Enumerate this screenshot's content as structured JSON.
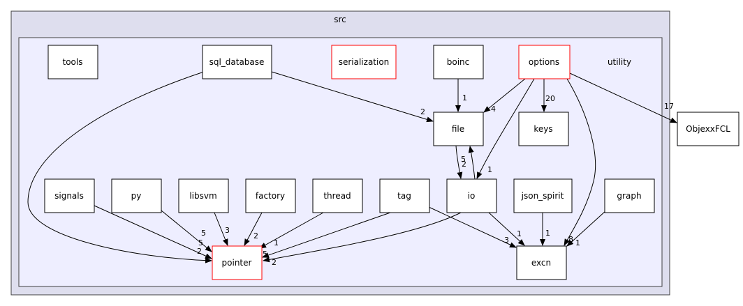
{
  "outer_cluster": {
    "label": "src",
    "fill": "#dedeee",
    "stroke": "#404040"
  },
  "inner_cluster": {
    "label": "utility",
    "fill": "#eeeeff",
    "stroke": "#404040"
  },
  "colors": {
    "node_stroke": "#000000",
    "highlight_stroke": "#ff0000",
    "edge": "#000000"
  },
  "nodes": {
    "tools": {
      "label": "tools",
      "highlight": false
    },
    "sql_database": {
      "label": "sql_database",
      "highlight": false
    },
    "serialization": {
      "label": "serialization",
      "highlight": true
    },
    "boinc": {
      "label": "boinc",
      "highlight": false
    },
    "options": {
      "label": "options",
      "highlight": true
    },
    "file": {
      "label": "file",
      "highlight": false
    },
    "keys": {
      "label": "keys",
      "highlight": false
    },
    "signals": {
      "label": "signals",
      "highlight": false
    },
    "py": {
      "label": "py",
      "highlight": false
    },
    "libsvm": {
      "label": "libsvm",
      "highlight": false
    },
    "factory": {
      "label": "factory",
      "highlight": false
    },
    "thread": {
      "label": "thread",
      "highlight": false
    },
    "tag": {
      "label": "tag",
      "highlight": false
    },
    "io": {
      "label": "io",
      "highlight": false
    },
    "json_spirit": {
      "label": "json_spirit",
      "highlight": false
    },
    "graph": {
      "label": "graph",
      "highlight": false
    },
    "pointer": {
      "label": "pointer",
      "highlight": true
    },
    "excn": {
      "label": "excn",
      "highlight": false
    },
    "ObjexxFCL": {
      "label": "ObjexxFCL",
      "highlight": false
    }
  },
  "edges": [
    {
      "from": "boinc",
      "to": "file",
      "label": "1"
    },
    {
      "from": "options",
      "to": "file",
      "label": "4"
    },
    {
      "from": "sql_database",
      "to": "file",
      "label": "2"
    },
    {
      "from": "options",
      "to": "keys",
      "label": "20"
    },
    {
      "from": "options",
      "to": "ObjexxFCL",
      "label": "17"
    },
    {
      "from": "options",
      "to": "io",
      "label": "1"
    },
    {
      "from": "options",
      "to": "excn",
      "label": "8"
    },
    {
      "from": "file",
      "to": "io",
      "label": "2"
    },
    {
      "from": "io",
      "to": "file",
      "label": "5"
    },
    {
      "from": "sql_database",
      "to": "pointer",
      "label": "2"
    },
    {
      "from": "signals",
      "to": "pointer",
      "label": "5"
    },
    {
      "from": "py",
      "to": "pointer",
      "label": "5"
    },
    {
      "from": "libsvm",
      "to": "pointer",
      "label": "3"
    },
    {
      "from": "factory",
      "to": "pointer",
      "label": "2"
    },
    {
      "from": "thread",
      "to": "pointer",
      "label": "1"
    },
    {
      "from": "tag",
      "to": "pointer",
      "label": "5"
    },
    {
      "from": "io",
      "to": "pointer",
      "label": "2"
    },
    {
      "from": "tag",
      "to": "excn",
      "label": "3"
    },
    {
      "from": "io",
      "to": "excn",
      "label": "1"
    },
    {
      "from": "json_spirit",
      "to": "excn",
      "label": "1"
    },
    {
      "from": "graph",
      "to": "excn",
      "label": "1"
    }
  ]
}
